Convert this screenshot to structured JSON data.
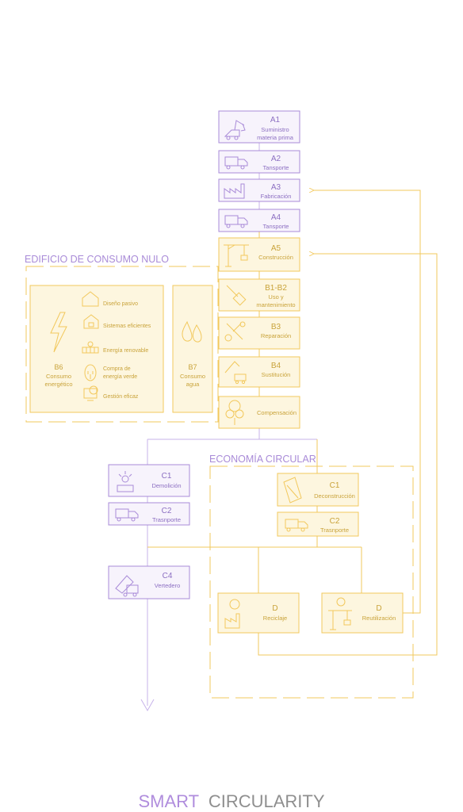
{
  "colors": {
    "purple": "#a98bd8",
    "purple_text": "#8c6fc2",
    "yellow": "#f2c85c",
    "yellow_text": "#c9a33a",
    "yellow_fill": "#fdf6df",
    "purple_fill": "#f7f3fc",
    "footer_gray": "#8f8f8f"
  },
  "production": {
    "a1": {
      "code": "A1",
      "line1": "Suministro",
      "line2": "materia prima",
      "icon": "excavator-icon"
    },
    "a2": {
      "code": "A2",
      "line1": "Tansporte",
      "icon": "truck-icon"
    },
    "a3": {
      "code": "A3",
      "line1": "Fabricación",
      "icon": "factory-icon"
    },
    "a4": {
      "code": "A4",
      "line1": "Tansporte",
      "icon": "truck-icon"
    },
    "a5": {
      "code": "A5",
      "line1": "Construcción",
      "icon": "crane-icon"
    }
  },
  "use": {
    "b1b2": {
      "code": "B1-B2",
      "line1": "Uso y",
      "line2": "mantenimiento",
      "icon": "brush-icon"
    },
    "b3": {
      "code": "B3",
      "line1": "Reparación",
      "icon": "tools-icon"
    },
    "b4": {
      "code": "B4",
      "line1": "Sustitución",
      "icon": "replace-icon"
    },
    "comp": {
      "line1": "Compensación",
      "icon": "tree-icon"
    }
  },
  "nzeb": {
    "title": "EDIFICIO DE CONSUMO NULO",
    "b6": {
      "code": "B6",
      "line1": "Consumo",
      "line2": "energético",
      "icon": "lightning-icon"
    },
    "b7": {
      "code": "B7",
      "line1": "Consumo",
      "line2": "agua",
      "icon": "water-drops-icon"
    },
    "measures": [
      {
        "label": "Diseño pasivo",
        "icon": "house-icon"
      },
      {
        "label": "Sistemas eficientes",
        "icon": "efficient-house-icon"
      },
      {
        "label": "Energía renovable",
        "icon": "solar-panel-icon"
      },
      {
        "label1": "Compra de",
        "label2": "energía verde",
        "icon": "green-plug-icon"
      },
      {
        "label": "Gestión eficaz",
        "icon": "monitor-icon"
      }
    ]
  },
  "end_of_life": {
    "c1": {
      "code": "C1",
      "line1": "Demolición",
      "icon": "demolition-icon"
    },
    "c2": {
      "code": "C2",
      "line1": "Trasnporte",
      "icon": "truck-icon"
    },
    "c4": {
      "code": "C4",
      "line1": "Vertedero",
      "icon": "dump-truck-icon"
    }
  },
  "circular": {
    "title": "ECONOMÍA CIRCULAR",
    "c1": {
      "code": "C1",
      "line1": "Deconstrucción",
      "icon": "deconstruction-icon"
    },
    "c2": {
      "code": "C2",
      "line1": "Trasnporte",
      "icon": "truck-icon"
    },
    "d_recycle": {
      "code": "D",
      "line1": "Reciclaje",
      "icon": "recycle-factory-icon"
    },
    "d_reuse": {
      "code": "D",
      "line1": "Reutilización",
      "icon": "reuse-crane-icon"
    }
  },
  "footer": {
    "word1": "SMART",
    "word2": "CIRCULARITY"
  }
}
